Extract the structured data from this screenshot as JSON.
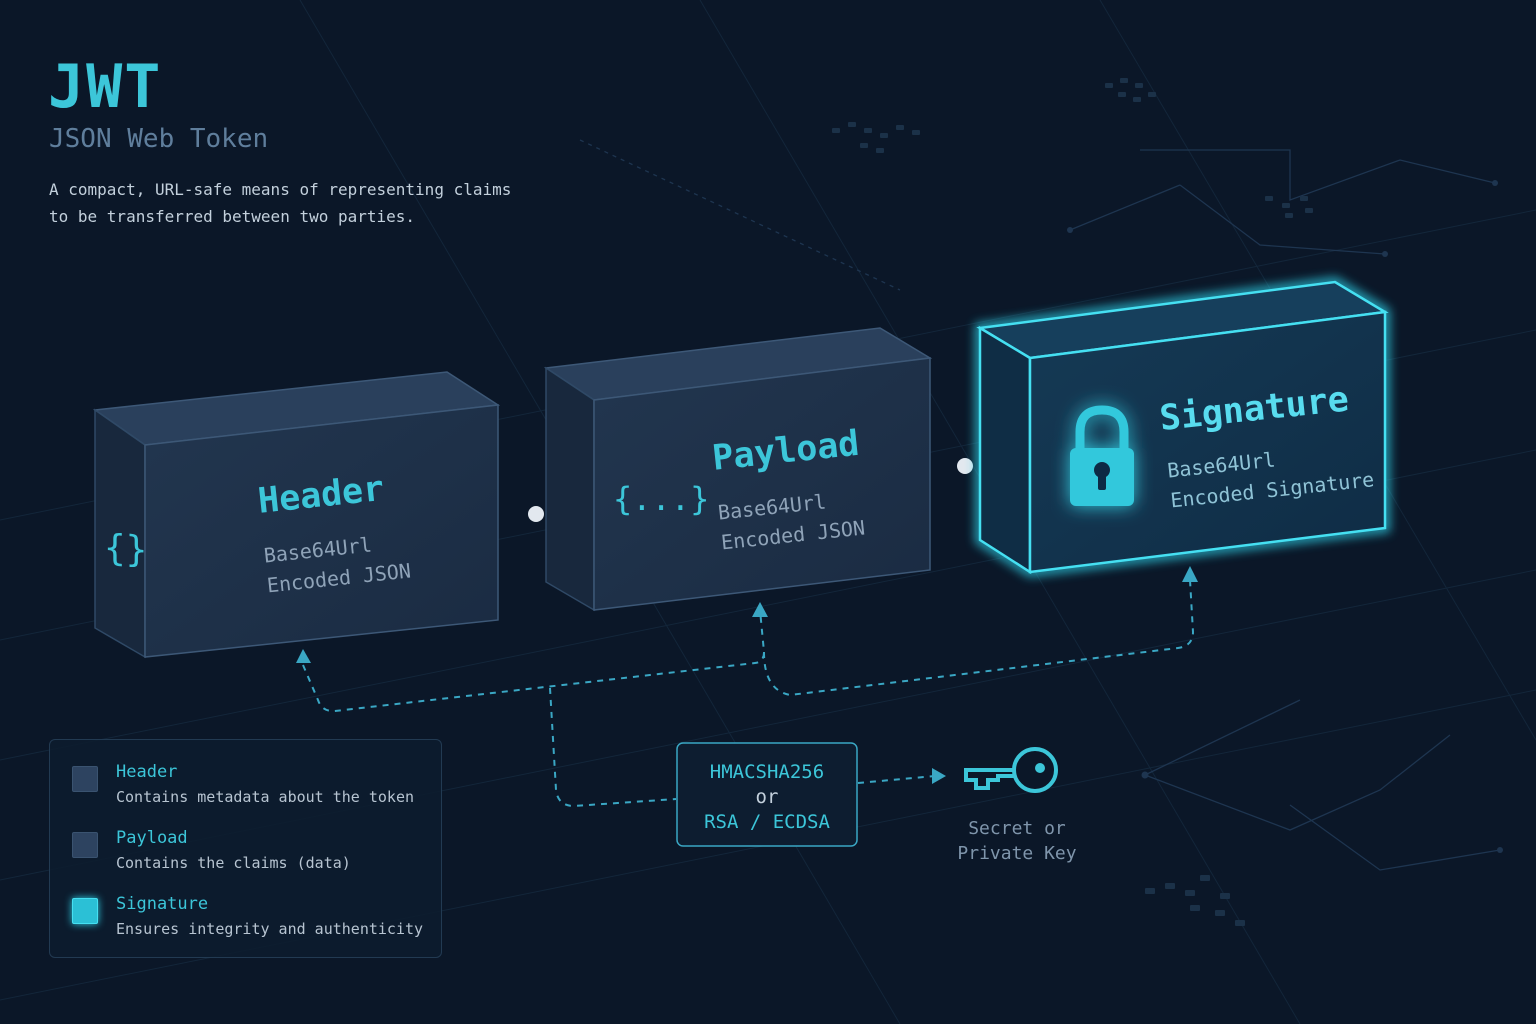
{
  "title": "JWT",
  "subtitle": "JSON Web Token",
  "description": "A compact, URL-safe means of representing claims to be transferred between two parties.",
  "blocks": {
    "header": {
      "label": "Header",
      "line1": "Base64Url",
      "line2": "Encoded JSON",
      "icon": "curly-braces-icon",
      "icon_text": "{}"
    },
    "payload": {
      "label": "Payload",
      "line1": "Base64Url",
      "line2": "Encoded JSON",
      "icon": "json-ellipsis-icon",
      "icon_text": "{...}"
    },
    "signature": {
      "label": "Signature",
      "line1": "Base64Url",
      "line2": "Encoded Signature",
      "icon": "padlock-icon"
    }
  },
  "algorithm": {
    "line1": "HMACSHA256",
    "line2": "or",
    "line3": "RSA / ECDSA"
  },
  "key": {
    "icon": "key-icon",
    "line1": "Secret or",
    "line2": "Private Key"
  },
  "legend": [
    {
      "name": "Header",
      "desc": "Contains metadata about the token",
      "color": "#2d4360"
    },
    {
      "name": "Payload",
      "desc": "Contains the claims (data)",
      "color": "#2d4360"
    },
    {
      "name": "Signature",
      "desc": "Ensures integrity and authenticity",
      "color": "#2bc0d6"
    }
  ],
  "colors": {
    "accent": "#3cc6d9",
    "block_face": "#1c2e47",
    "glow": "#2fd3ea",
    "background": "#0b1728"
  }
}
